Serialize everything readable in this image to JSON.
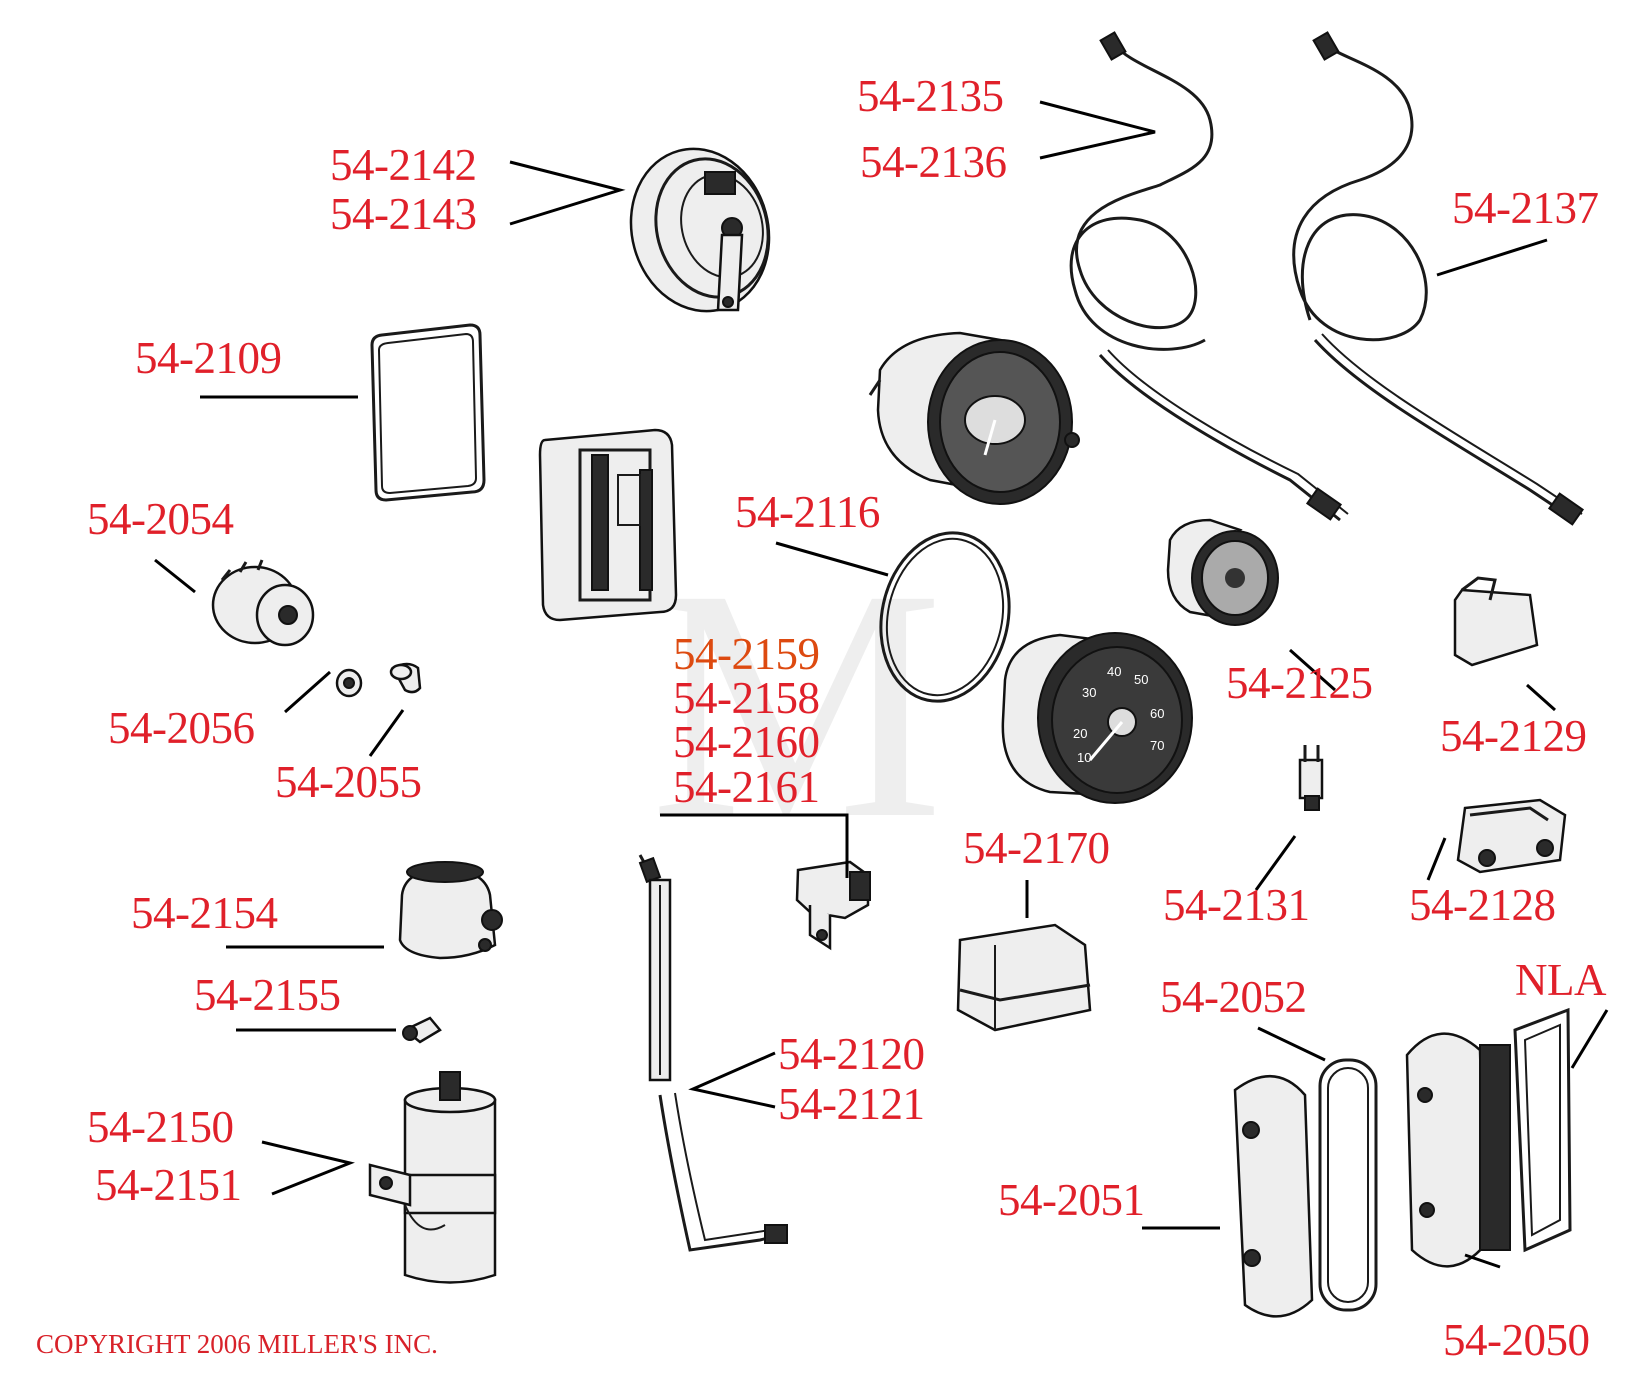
{
  "labels": {
    "p2135": "54-2135",
    "p2136": "54-2136",
    "p2142": "54-2142",
    "p2143": "54-2143",
    "p2137": "54-2137",
    "p2109": "54-2109",
    "p2054": "54-2054",
    "p2116": "54-2116",
    "p2159": "54-2159",
    "p2158": "54-2158",
    "p2160": "54-2160",
    "p2161": "54-2161",
    "p2125": "54-2125",
    "p2129": "54-2129",
    "p2056": "54-2056",
    "p2055": "54-2055",
    "p2170": "54-2170",
    "p2131": "54-2131",
    "p2128": "54-2128",
    "p2154": "54-2154",
    "p2052": "54-2052",
    "nla": "NLA",
    "p2155": "54-2155",
    "p2120": "54-2120",
    "p2121": "54-2121",
    "p2150": "54-2150",
    "p2151": "54-2151",
    "p2051": "54-2051",
    "p2050": "54-2050"
  },
  "gauge_numbers": [
    "10",
    "20",
    "30",
    "40",
    "50",
    "60",
    "70"
  ],
  "copyright": "COPYRIGHT 2006 MILLER'S INC.",
  "colors": {
    "label_red": "#e0202a",
    "line_art": "#1a1a1a",
    "background": "#ffffff"
  }
}
